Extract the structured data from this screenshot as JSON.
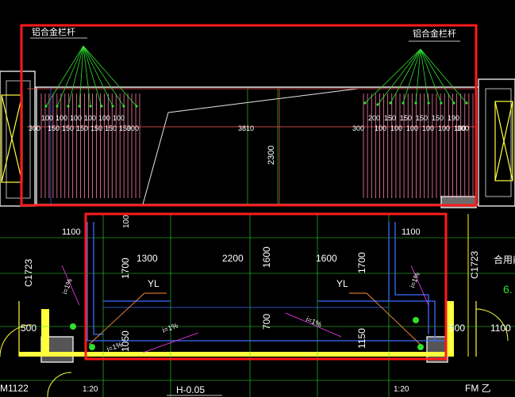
{
  "colors": {
    "background": "#000000",
    "wall": "#e8e8e8",
    "dim_red": "#ff5a5a",
    "leader_green": "#2fe02f",
    "pipe_blue": "#3a6cff",
    "highlight_red": "#ff1a1a",
    "yellow": "#ffff3c",
    "grid_yellow": "#d6d600",
    "magenta": "#ff3cff"
  },
  "labels": {
    "rail_left": "铝合金栏杆",
    "rail_right": "铝合金栏杆",
    "upper_span": "3810",
    "upper_depth": "2300",
    "left_w1": "1100",
    "right_w1": "1100",
    "c_left": "C1723",
    "c_right": "C1723",
    "room_name": "合用前",
    "room_sub": "6.",
    "d1300": "1300",
    "d2200": "2200",
    "d1600a": "1600",
    "d1600b": "1600",
    "d1700a": "1700",
    "d1700b": "1700",
    "d700": "700",
    "d1150": "1150",
    "d1050": "1050",
    "d500a": "500",
    "d500b": "500",
    "d1100r": "1100",
    "d100": "100",
    "yl_left": "YL",
    "yl_right": "YL",
    "slope_1": "i=1%",
    "slope_2": "i=1%",
    "slope_3": "i=1%",
    "slope_4": "i=1%",
    "slope_5": "i=1%",
    "door_left": "M1122",
    "scale_left": "1:20",
    "scale_right": "1:20",
    "level": "H-0.05",
    "fm": "FM 乙",
    "d300_l": "300",
    "d300_l2": "300",
    "d300_r": "300",
    "d300_r2": "300"
  },
  "left_bars": {
    "top_row": [
      "100",
      "100",
      "100",
      "100",
      "100",
      "100"
    ],
    "bottom_row": [
      "150",
      "150",
      "150",
      "150",
      "150",
      "150"
    ]
  },
  "right_bars": {
    "top_row": [
      "200",
      "150",
      "150",
      "150",
      "150",
      "190"
    ],
    "bottom_row": [
      "100",
      "100",
      "100",
      "100",
      "100",
      "100"
    ]
  }
}
